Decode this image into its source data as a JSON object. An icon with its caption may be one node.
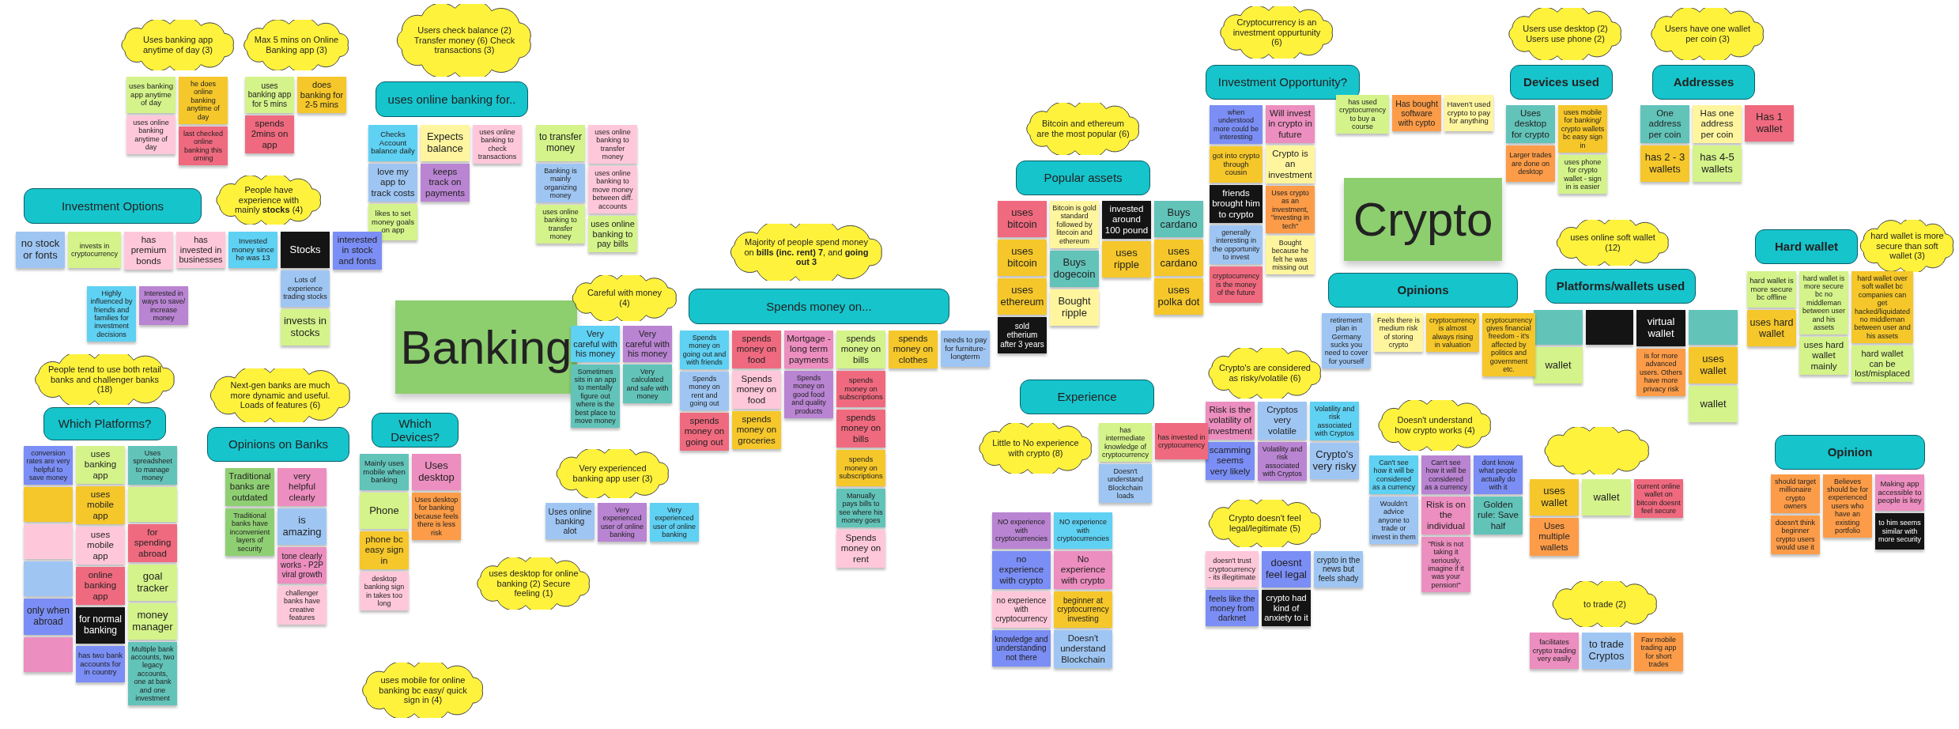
{
  "diagram": {
    "nodes": [
      {
        "text": [
          "Uses banking app anytime of day (3)"
        ]
      },
      {
        "text": [
          "uses banking app anytime of day"
        ]
      },
      {
        "text": [
          "he does online banking anytime of day"
        ]
      },
      {
        "text": [
          "uses online banking anytime of day"
        ]
      },
      {
        "text": [
          "last checked online banking this orning"
        ]
      },
      {
        "text": [
          "Max 5 mins on Online Banking app (3)"
        ]
      },
      {
        "text": [
          "uses banking app for 5 mins"
        ]
      },
      {
        "text": [
          "does banking for 2-5 mins"
        ]
      },
      {
        "text": [
          "spends 2mins on app"
        ]
      },
      {
        "text": [
          "Users check balance (2) Transfer money (6) Check transactions (3)"
        ]
      },
      {
        "text": [
          "uses online banking for.."
        ]
      },
      {
        "text": [
          "Checks Account balance daily"
        ]
      },
      {
        "text": [
          "Expects balance"
        ]
      },
      {
        "text": [
          "love my app to track costs"
        ]
      },
      {
        "text": [
          "keeps track on payments"
        ]
      },
      {
        "text": [
          "uses online banking to check transactions"
        ]
      },
      {
        "text": [
          "likes to set money goals on app"
        ]
      },
      {
        "text": [
          "to transfer money"
        ]
      },
      {
        "text": [
          "uses online banking to transfer money"
        ]
      },
      {
        "text": [
          "Banking is mainly organizing money"
        ]
      },
      {
        "text": [
          "uses online banking to move money between diff. accounts"
        ]
      },
      {
        "text": [
          "uses online banking to transfer money"
        ]
      },
      {
        "text": [
          "uses online banking to pay bills"
        ]
      },
      {
        "text": [
          "Investment Options"
        ]
      },
      {
        "text": [
          "People have experience with mainly **stocks** (4)"
        ]
      },
      {
        "text": [
          "no stock or fonts"
        ]
      },
      {
        "text": [
          "invests in cryptocurrency"
        ]
      },
      {
        "text": [
          "has premium bonds"
        ]
      },
      {
        "text": [
          "has invested in businesses"
        ]
      },
      {
        "text": [
          "Invested money since he was 13"
        ]
      },
      {
        "text": [
          "Stocks"
        ]
      },
      {
        "text": [
          "interested in stock and fonts"
        ]
      },
      {
        "text": [
          "Lots of experience trading stocks"
        ]
      },
      {
        "text": [
          "invests in stocks"
        ]
      },
      {
        "text": [
          "Highly influenced by friends and families for investment decisions"
        ]
      },
      {
        "text": [
          "Interested in ways to save/ increase money"
        ]
      },
      {
        "text": [
          "Banking"
        ]
      },
      {
        "text": [
          "Careful with money (4)"
        ]
      },
      {
        "text": [
          "Very careful with his money"
        ]
      },
      {
        "text": [
          "Very careful with his money"
        ]
      },
      {
        "text": [
          "Sometimes sits in an app to mentally figure out where is the best place to move money"
        ]
      },
      {
        "text": [
          "Very calculated and safe with money"
        ]
      },
      {
        "text": [
          "Very experienced banking app user (3)"
        ]
      },
      {
        "text": [
          "Uses online banking alot"
        ]
      },
      {
        "text": [
          "Very experienced user of online banking"
        ]
      },
      {
        "text": [
          "Very experienced user of online banking"
        ]
      },
      {
        "text": [
          "People tend to use both retail banks and challenger banks (18)"
        ]
      },
      {
        "text": [
          "Which Platforms?"
        ]
      },
      {
        "text": [
          "conversion rates are very helpful to save money"
        ]
      },
      {
        "text": [],
        "shape": "box"
      },
      {
        "text": [],
        "shape": "box"
      },
      {
        "text": [],
        "shape": "box"
      },
      {
        "text": [
          "only when abroad"
        ]
      },
      {
        "text": [],
        "shape": "box"
      },
      {
        "text": [
          "uses banking app"
        ]
      },
      {
        "text": [
          "uses mobile app"
        ]
      },
      {
        "text": [
          "uses mobile app"
        ]
      },
      {
        "text": [
          "online banking app"
        ]
      },
      {
        "text": [
          "for normal banking"
        ]
      },
      {
        "text": [
          "has two bank accounts for in country"
        ]
      },
      {
        "text": [
          "Uses spreadsheet to manage money"
        ]
      },
      {
        "text": [],
        "shape": "box"
      },
      {
        "text": [
          "for spending abroad"
        ]
      },
      {
        "text": [
          "goal tracker"
        ]
      },
      {
        "text": [
          "money manager"
        ]
      },
      {
        "text": [
          "Multiple bank accounts, two legacy accounts, one at bank and one investment"
        ]
      },
      {
        "text": [
          "Next-gen banks are much more dynamic and useful. Loads of features (6)"
        ]
      },
      {
        "text": [
          "Opinions on Banks"
        ]
      },
      {
        "text": [
          "Traditional banks are outdated"
        ]
      },
      {
        "text": [
          "Traditional banks have inconvenient layers of security"
        ]
      },
      {
        "text": [
          "very helpful clearly"
        ]
      },
      {
        "text": [
          "is amazing"
        ]
      },
      {
        "text": [
          "tone clearly works - P2P viral growth"
        ]
      },
      {
        "text": [
          "challenger banks have creative features"
        ]
      },
      {
        "text": [
          "Which Devices?"
        ]
      },
      {
        "text": [
          "Mainly uses mobile when banking"
        ]
      },
      {
        "text": [
          "Phone"
        ]
      },
      {
        "text": [
          "phone bc easy sign in"
        ]
      },
      {
        "text": [
          "desktop banking sign in takes too long"
        ]
      },
      {
        "text": [
          "Uses desktop"
        ]
      },
      {
        "text": [
          "Uses desktop for banking because feels there is less risk"
        ]
      },
      {
        "text": [
          "uses desktop for online banking (2) Secure feeling (1)"
        ]
      },
      {
        "text": [
          "uses mobile for online banking bc easy/ quick sign in (4)"
        ]
      },
      {
        "text": [
          "Majority of people spend money on **bills (inc. rent) 7**, and **going out 3**"
        ]
      },
      {
        "text": [
          "Spends money on..."
        ]
      },
      {
        "text": [
          "Spends money on going out and with friends"
        ]
      },
      {
        "text": [
          "Spends money on rent and going out"
        ]
      },
      {
        "text": [
          "spends money on going out"
        ]
      },
      {
        "text": [
          "spends money on food"
        ]
      },
      {
        "text": [
          "Spends money on food"
        ]
      },
      {
        "text": [
          "spends money on groceries"
        ]
      },
      {
        "text": [
          "Mortgage - long term payments"
        ]
      },
      {
        "text": [
          "Spends money on good food and quality products"
        ]
      },
      {
        "text": [
          "spends money on bills"
        ]
      },
      {
        "text": [
          "spends money on subscriptions"
        ]
      },
      {
        "text": [
          "spends money on bills"
        ]
      },
      {
        "text": [
          "spends money on subscriptions"
        ]
      },
      {
        "text": [
          "Manually pays bills to see where his money goes"
        ]
      },
      {
        "text": [
          "Spends money on rent"
        ]
      },
      {
        "text": [
          "spends money on clothes"
        ]
      },
      {
        "text": [
          "needs to pay for furniture- longterm"
        ]
      },
      {
        "text": [
          "Bitcoin and ethereum are the most popular (6)"
        ]
      },
      {
        "text": [
          "Popular assets"
        ]
      },
      {
        "text": [
          "uses bitcoin"
        ]
      },
      {
        "text": [
          "Bitcoin is gold standard followed by litecoin and ethereum"
        ]
      },
      {
        "text": [
          "uses bitcoin"
        ]
      },
      {
        "text": [
          "uses ethereum"
        ]
      },
      {
        "text": [
          "sold etherium after 3 years"
        ]
      },
      {
        "text": [
          "Buys cardano"
        ]
      },
      {
        "text": [
          "uses cardano"
        ]
      },
      {
        "text": [
          "Buys dogecoin"
        ]
      },
      {
        "text": [
          "invested around 100 pound"
        ]
      },
      {
        "text": [
          "uses polka dot"
        ]
      },
      {
        "text": [
          "Bought ripple"
        ]
      },
      {
        "text": [
          "uses ripple"
        ]
      },
      {
        "text": [
          "Cryptocurrency is an investment oppurtunity (6)"
        ]
      },
      {
        "text": [
          "Investment Opportunity?"
        ]
      },
      {
        "text": [
          "when understood more could be interesting"
        ]
      },
      {
        "text": [
          "Will invest in crypto in future"
        ]
      },
      {
        "text": [
          "Crypto is an investment"
        ]
      },
      {
        "text": [
          "got into crypto through cousin"
        ]
      },
      {
        "text": [
          "Uses crypto as an investment, \"investing in tech\""
        ]
      },
      {
        "text": [
          "friends brought him to crypto"
        ]
      },
      {
        "text": [
          "Bought because he felt he was missing out"
        ]
      },
      {
        "text": [
          "cryptocurrency is the money of the future"
        ]
      },
      {
        "text": [
          "generally interesting in the opportunity to invest"
        ]
      },
      {
        "text": [
          "has used cryptocurrency to buy a course"
        ]
      },
      {
        "text": [
          "Has bought software with cypto"
        ]
      },
      {
        "text": [
          "Haven't used crypto to pay for anything"
        ]
      },
      {
        "text": [
          "Crypto"
        ]
      },
      {
        "text": [
          "Users use desktop (2) Users use phone (2)"
        ]
      },
      {
        "text": [
          "Devices used"
        ]
      },
      {
        "text": [
          "Uses desktop for crypto"
        ]
      },
      {
        "text": [
          "uses mobile for banking/ crypto wallets bc easy sign in"
        ]
      },
      {
        "text": [
          "Larger trades are done on desktop"
        ]
      },
      {
        "text": [
          "uses phone for crypto wallet - sign in is easier"
        ]
      },
      {
        "text": [
          "Users have one wallet per coin (3)"
        ]
      },
      {
        "text": [
          "Addresses"
        ]
      },
      {
        "text": [
          "One address per coin"
        ]
      },
      {
        "text": [
          "Has one address per coin"
        ]
      },
      {
        "text": [
          "Has 1 wallet"
        ]
      },
      {
        "text": [
          "has 2 - 3 wallets"
        ]
      },
      {
        "text": [
          "has 4-5 wallets"
        ]
      },
      {
        "text": [
          "Hard wallet"
        ]
      },
      {
        "text": [
          "hard wallet is more secure than soft wallet (3)"
        ]
      },
      {
        "text": [
          "hard wallet is more secure bc offline"
        ]
      },
      {
        "text": [
          "hard wallet is more secure bc no middleman between user and his assets"
        ]
      },
      {
        "text": [
          "hard wallet over soft wallet bc companies can get hacked/liquidated no middleman between user and his assets"
        ]
      },
      {
        "text": [
          "uses hard wallet"
        ]
      },
      {
        "text": [
          "uses hard wallet mainly"
        ]
      },
      {
        "text": [
          "hard wallet can be lost/misplaced"
        ]
      },
      {
        "text": [
          "Opinion"
        ]
      },
      {
        "text": [
          "should target millionaire crypto owners"
        ]
      },
      {
        "text": [
          "Believes should be for experienced users who have an existing portfolio"
        ]
      },
      {
        "text": [
          "Making app accessible to people is key"
        ]
      },
      {
        "text": [
          "doesn't think beginner crypto users would use it"
        ]
      },
      {
        "text": [
          "to him seems similar with more security"
        ]
      },
      {
        "text": [
          "uses online soft wallet (12)"
        ]
      },
      {
        "text": [
          "Platforms/wallets used"
        ]
      },
      {
        "text": [],
        "shape": "box"
      },
      {
        "text": [
          "wallet"
        ]
      },
      {
        "text": [],
        "shape": "box"
      },
      {
        "text": [
          "virtual wallet"
        ]
      },
      {
        "text": [
          "is for more advanced users. Others have more privacy risk"
        ]
      },
      {
        "text": [],
        "shape": "cloud"
      },
      {
        "text": [
          "uses wallet"
        ]
      },
      {
        "text": [
          "wallet"
        ]
      },
      {
        "text": [
          "current online wallet on bitcoin doesnt feel secure"
        ]
      },
      {
        "text": [
          "Uses multiple wallets"
        ]
      },
      {
        "text": [],
        "shape": "box"
      },
      {
        "text": [
          "uses wallet"
        ]
      },
      {
        "text": [
          "wallet"
        ]
      },
      {
        "text": [
          "to trade (2)"
        ]
      },
      {
        "text": [
          "facilitates crypto trading very easily"
        ]
      },
      {
        "text": [
          "to trade Cryptos"
        ]
      },
      {
        "text": [
          "Fav mobile trading app for short trades"
        ]
      },
      {
        "text": [
          "Opinions"
        ]
      },
      {
        "text": [
          "retirement plan in Germany sucks you need to cover for yourself"
        ]
      },
      {
        "text": [
          "Feels there is medium risk of storing crypto"
        ]
      },
      {
        "text": [
          "cryptocurrency is almost always rising in valuation"
        ]
      },
      {
        "text": [
          "cryptocurrency gives financial freedom - it's affected by politics and government etc."
        ]
      },
      {
        "text": [
          "Doesn't understand how crypto works (4)"
        ]
      },
      {
        "text": [
          "Can't see how it will be considered as a currency"
        ]
      },
      {
        "text": [
          "Can't see how it will be considered as a currency"
        ]
      },
      {
        "text": [
          "dont know what people actually do with it"
        ]
      },
      {
        "text": [
          "Wouldn't advice anyone to trade or invest in them"
        ]
      },
      {
        "text": [
          "Risk is on the individual"
        ]
      },
      {
        "text": [
          "\"Risk is not taking it seriously, imagine if it was your pension!\""
        ]
      },
      {
        "text": [
          "Golden rule: Save half"
        ]
      },
      {
        "text": [
          "Crypto's are considered as risky/volatile (6)"
        ]
      },
      {
        "text": [
          "Risk is the volatility of investment"
        ]
      },
      {
        "text": [
          "Cryptos very volatile"
        ]
      },
      {
        "text": [
          "Volatility and risk associated with Cryptos"
        ]
      },
      {
        "text": [
          "scamming seems very likely"
        ]
      },
      {
        "text": [
          "Volatility and risk associated with Cryptos"
        ]
      },
      {
        "text": [
          "Crypto's very risky"
        ]
      },
      {
        "text": [
          "Crypto doesn't feel legal/legitimate (5)"
        ]
      },
      {
        "text": [
          "doesn't trust cryptocurrency - its illegitimate"
        ]
      },
      {
        "text": [
          "doesnt feel legal"
        ]
      },
      {
        "text": [
          "crypto in the news but feels shady"
        ]
      },
      {
        "text": [
          "feels like the money from darknet"
        ]
      },
      {
        "text": [
          "crypto had kind of anxiety to it"
        ]
      },
      {
        "text": [
          "Experience"
        ]
      },
      {
        "text": [
          "Little to No experience with crypto (8)"
        ]
      },
      {
        "text": [
          "has intermediate knowledge of cryptocurrency"
        ]
      },
      {
        "text": [
          "has invested in cryptocurrency"
        ]
      },
      {
        "text": [
          "Doesn't understand Blockchain loads"
        ]
      },
      {
        "text": [
          "NO experience with cryptocurrencies"
        ]
      },
      {
        "text": [
          "NO experience with cryptocurrencies"
        ]
      },
      {
        "text": [
          "no experience with crypto"
        ]
      },
      {
        "text": [
          "No experience with crypto"
        ]
      },
      {
        "text": [
          "no experience with cryptocurrency"
        ]
      },
      {
        "text": [
          "beginner at cryptocurrency investing"
        ]
      },
      {
        "text": [
          "knowledge and understanding not there"
        ]
      },
      {
        "text": [
          "Doesn't understand Blockchain"
        ]
      }
    ],
    "edges": []
  }
}
